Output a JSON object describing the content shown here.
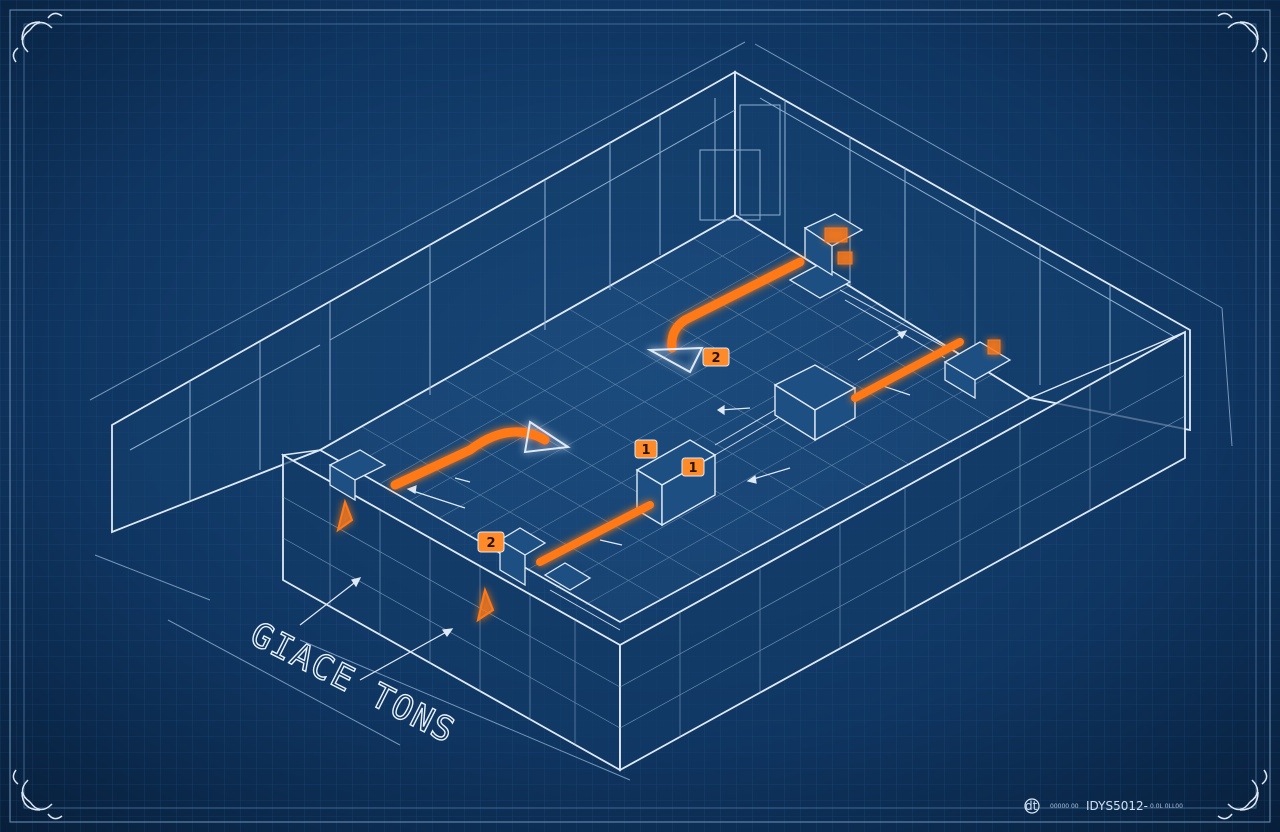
{
  "diagram": {
    "title_label": "GIACE TONS",
    "footer": {
      "logo_text": "dt",
      "small_text_left": "00000 00",
      "code": "IDYS5012-",
      "small_text_right": "0.0L 0LL00"
    },
    "callouts": [
      {
        "id": "c1",
        "text": "1"
      },
      {
        "id": "c2",
        "text": "2"
      },
      {
        "id": "c3",
        "text": "1"
      },
      {
        "id": "c4",
        "text": "2"
      }
    ],
    "colors": {
      "background": "#0b2a4d",
      "line": "#dfe9f5",
      "accent": "#ff7a18"
    }
  }
}
